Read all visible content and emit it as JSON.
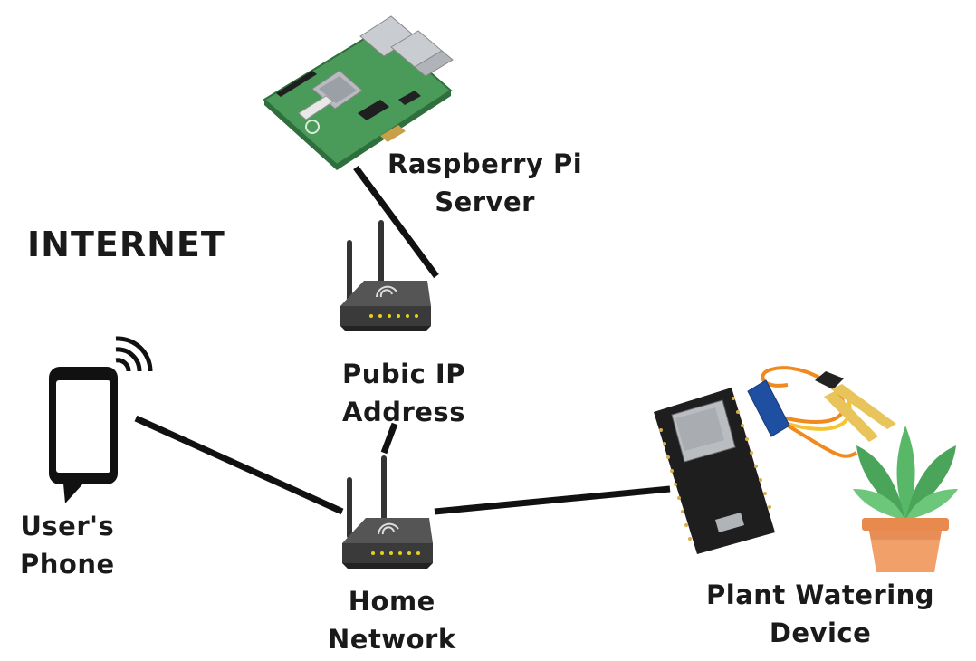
{
  "internet_label": "INTERNET",
  "nodes": {
    "server": {
      "line1": "Raspberry Pi",
      "line2": "Server"
    },
    "public_router": {
      "line1": "Pubic IP",
      "line2": "Address"
    },
    "home_router": {
      "line1": "Home",
      "line2": "Network"
    },
    "phone": {
      "line1": "User's",
      "line2": "Phone"
    },
    "device": {
      "line1": "Plant Watering",
      "line2": "Device"
    }
  },
  "colors": {
    "link": "#111111",
    "router_body": "#3a3a3a",
    "router_led": "#e6d21a",
    "pcb_green": "#4a9a5a",
    "esp_board": "#1e1e1e",
    "leaf_green": "#58b868",
    "pot_orange": "#f2a06a",
    "wire_orange": "#f08a1e",
    "wire_yellow": "#f4c430"
  },
  "icons": [
    "raspberry-pi-board-icon",
    "router-icon",
    "smartphone-icon",
    "wifi-signal-icon",
    "esp32-board-icon",
    "soil-sensor-icon",
    "potted-plant-icon"
  ]
}
